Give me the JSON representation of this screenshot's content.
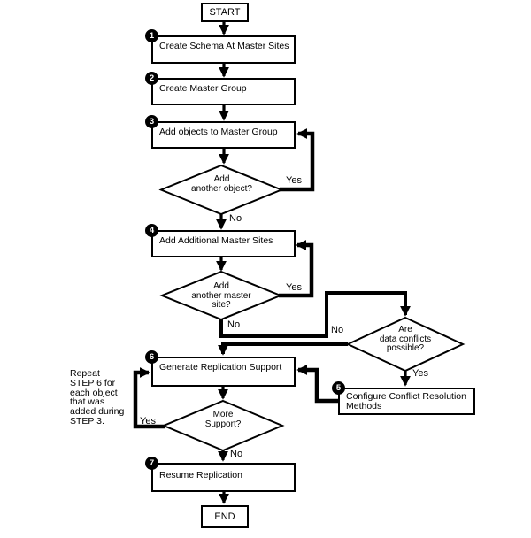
{
  "diagram": {
    "nodes": {
      "start": {
        "label": "START"
      },
      "step1": {
        "badge": "1",
        "label": "Create Schema At Master Sites"
      },
      "step2": {
        "badge": "2",
        "label": "Create Master Group"
      },
      "step3": {
        "badge": "3",
        "label": "Add objects to Master Group"
      },
      "step4": {
        "badge": "4",
        "label": "Add Additional Master Sites"
      },
      "step5": {
        "badge": "5",
        "label": "Configure Conflict Resolution\nMethods"
      },
      "step6": {
        "badge": "6",
        "label": "Generate Replication Support"
      },
      "step7": {
        "badge": "7",
        "label": "Resume Replication"
      },
      "end": {
        "label": "END"
      }
    },
    "decisions": {
      "add_another_object": "Add\nanother object?",
      "add_another_master_site": "Add\nanother master\nsite?",
      "data_conflicts_possible": "Are\ndata conflicts\npossible?",
      "more_support": "More\nSupport?"
    },
    "edge_labels": {
      "d1_yes": "Yes",
      "d1_no": "No",
      "d2_yes": "Yes",
      "d2_no": "No",
      "d3_no": "No",
      "d3_yes": "Yes",
      "d4_yes": "Yes",
      "d4_no": "No"
    },
    "note": "Repeat\nSTEP 6 for\neach object\nthat was\nadded during\nSTEP 3.",
    "colors": {
      "line": "#000000",
      "fill": "#ffffff",
      "text": "#000000"
    }
  }
}
